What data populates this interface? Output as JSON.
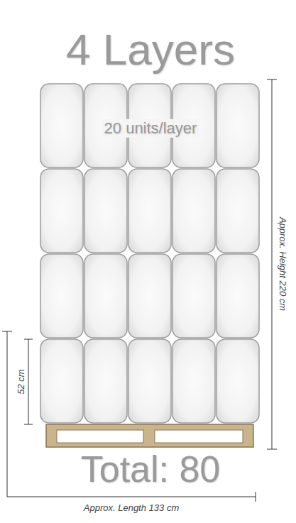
{
  "diagram": {
    "title": "4 Layers",
    "labels": [
      "20 units/layer",
      "52 cm",
      "Approx. Height 220 cm",
      "Total: 80",
      "Approx. Length 133 cm"
    ]
  }
}
